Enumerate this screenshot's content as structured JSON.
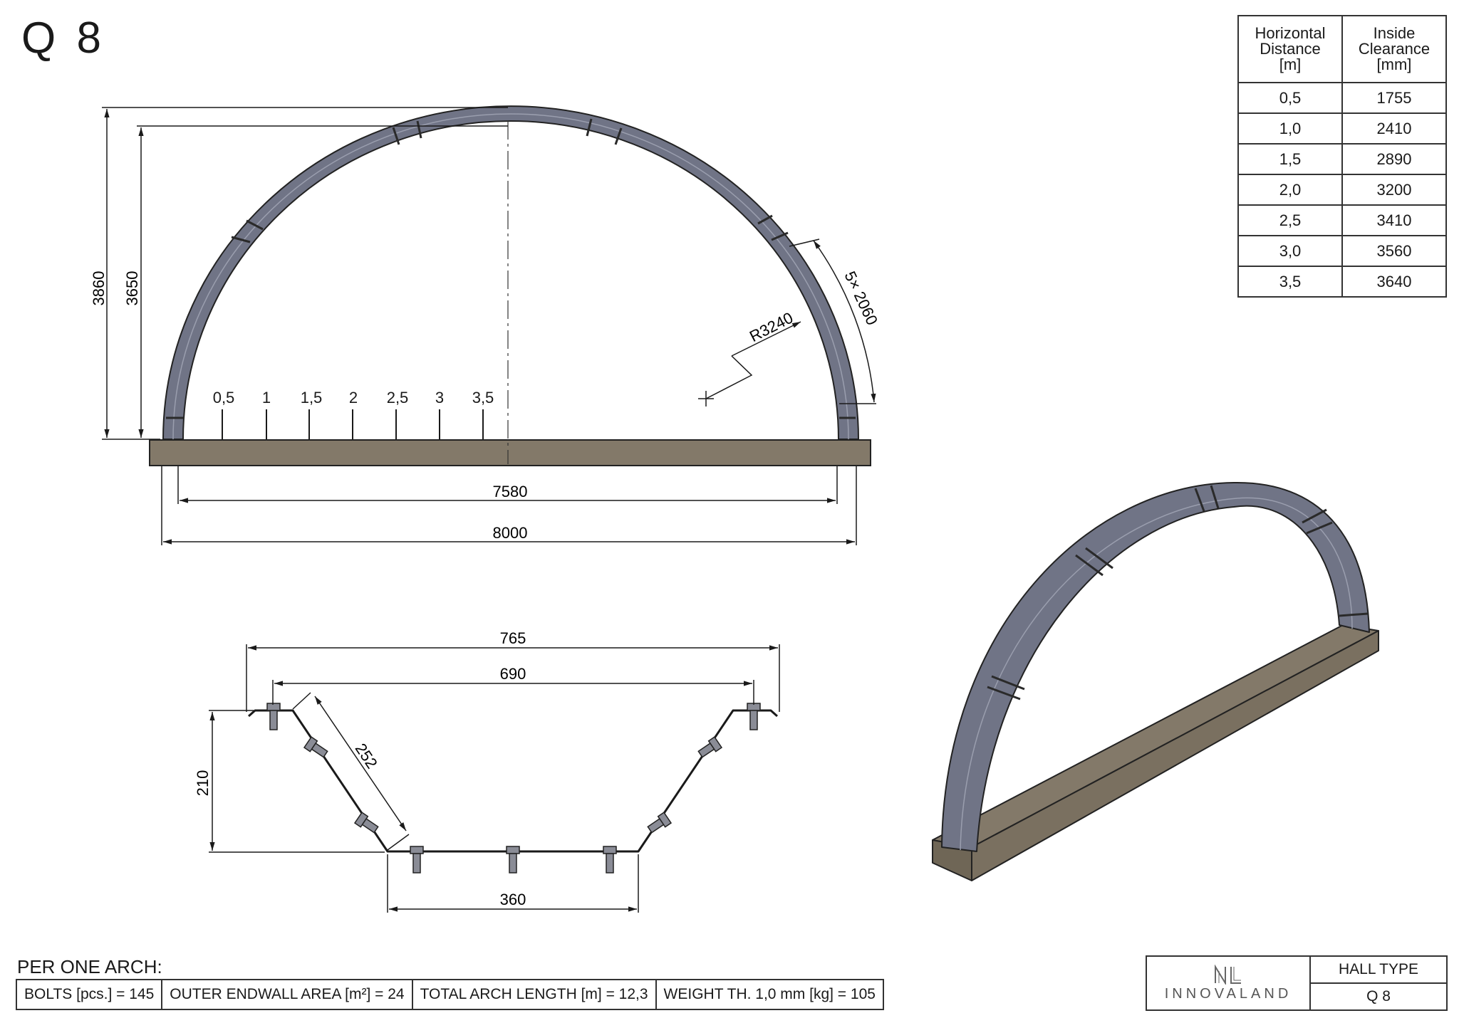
{
  "page": {
    "title": "Q 8"
  },
  "clearance_table": {
    "headers": [
      "Horizontal\nDistance\n[m]",
      "Inside\nClearance\n[mm]"
    ],
    "rows": [
      [
        "0,5",
        "1755"
      ],
      [
        "1,0",
        "2410"
      ],
      [
        "1,5",
        "2890"
      ],
      [
        "2,0",
        "3200"
      ],
      [
        "2,5",
        "3410"
      ],
      [
        "3,0",
        "3560"
      ],
      [
        "3,5",
        "3640"
      ]
    ]
  },
  "front_view": {
    "height_outer": "3860",
    "height_inner": "3650",
    "width_inner": "7580",
    "width_outer": "8000",
    "radius": "R3240",
    "segments": "5× 2060",
    "distance_marks": [
      "0,5",
      "1",
      "1,5",
      "2",
      "2,5",
      "3",
      "3,5"
    ]
  },
  "profile_view": {
    "top_outer": "765",
    "top_inner": "690",
    "slope": "252",
    "depth": "210",
    "bottom": "360"
  },
  "summary": {
    "label": "PER ONE ARCH:",
    "cells": [
      "BOLTS [pcs.] = 145",
      "OUTER ENDWALL AREA [m²] = 24",
      "TOTAL ARCH LENGTH [m] = 12,3",
      "WEIGHT TH. 1,0 mm [kg] = 105"
    ]
  },
  "title_block": {
    "company": "INNOVALAND",
    "hall_type_label": "HALL TYPE",
    "hall_type_value": "Q 8"
  },
  "colors": {
    "arch": "#707486",
    "foundation": "#837969",
    "line": "#1a1a1a"
  }
}
